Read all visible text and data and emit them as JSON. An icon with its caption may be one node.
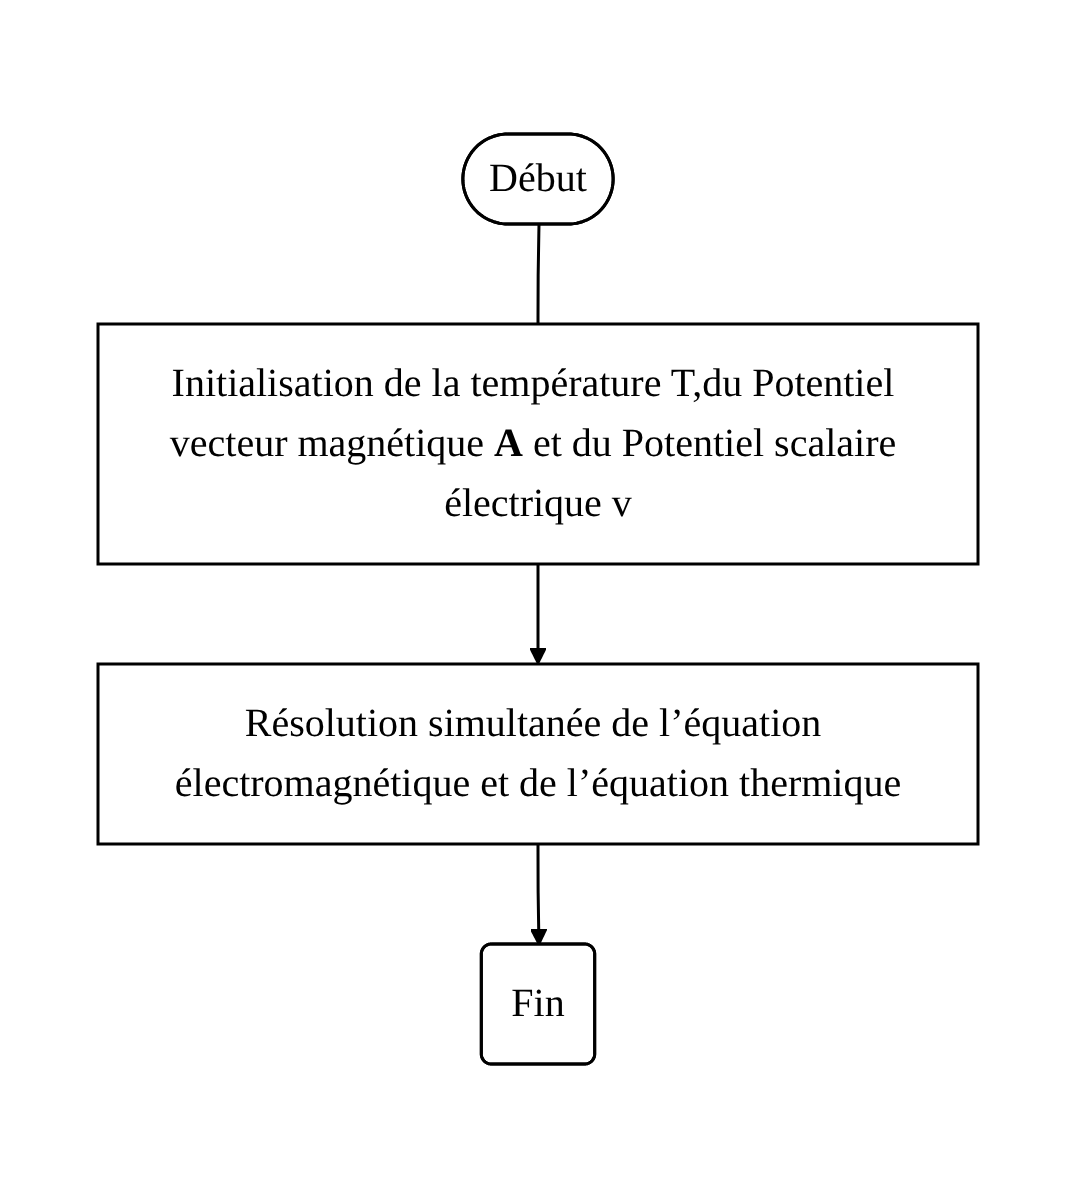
{
  "diagram": {
    "nodes": [
      {
        "text": [
          "Début"
        ]
      },
      {
        "text": [
          "Initialisation de la température T,du Potentiel vecteur magnétique **A** et du Potentiel scalaire électrique v"
        ]
      },
      {
        "text": [
          "Résolution simultanée de l’équation électromagnétique et de l’équation thermique"
        ]
      },
      {
        "text": [
          "Fin"
        ]
      }
    ],
    "edges": [
      {
        "from": 0,
        "to": 1,
        "arrow": "none"
      },
      {
        "from": 1,
        "to": 2,
        "arrow": "to"
      },
      {
        "from": 2,
        "to": 3,
        "arrow": "to"
      }
    ]
  }
}
